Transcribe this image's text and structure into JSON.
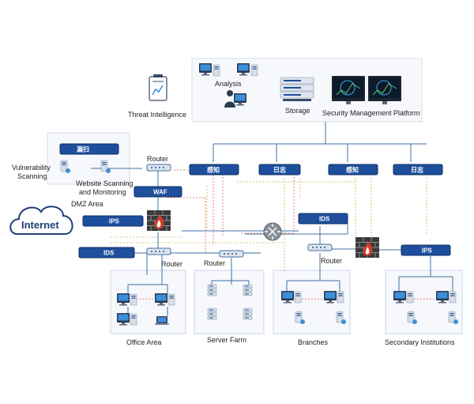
{
  "labels": {
    "threat_intelligence": "Threat Intelligence",
    "analysis": "Analysis",
    "storage": "Storage",
    "security_management_platform": "Security Management Platform",
    "vulnerability_scanning_line1": "Vulnerability",
    "vulnerability_scanning_line2": "Scanning",
    "website_scanning_line1": "Website Scanning",
    "website_scanning_line2": "and Monitoring",
    "dmz_area": "DMZ Area",
    "internet": "Internet",
    "router_top": "Router",
    "router_left": "Router",
    "router_server": "Router",
    "router_right": "Router",
    "office_area": "Office Area",
    "server_farm": "Server Farm",
    "branches": "Branches",
    "secondary_institutions": "Secondary Institutions"
  },
  "devices": {
    "dmz_top": "漏扫",
    "probe_1": "感知",
    "log_1": "日志",
    "probe_2": "感知",
    "log_2": "日志",
    "waf": "WAF",
    "ips_left": "IPS",
    "ids_left": "IDS",
    "ids_right": "IDS",
    "ips_right": "IPS"
  },
  "colors": {
    "device_blue": "#1e4f9c",
    "line_blue": "#3f6fa8",
    "line_red_dash": "#e05555",
    "line_gold_dash": "#c9b24a",
    "zone_border": "#c8d6e8",
    "firewall_red": "#d63b2a"
  }
}
